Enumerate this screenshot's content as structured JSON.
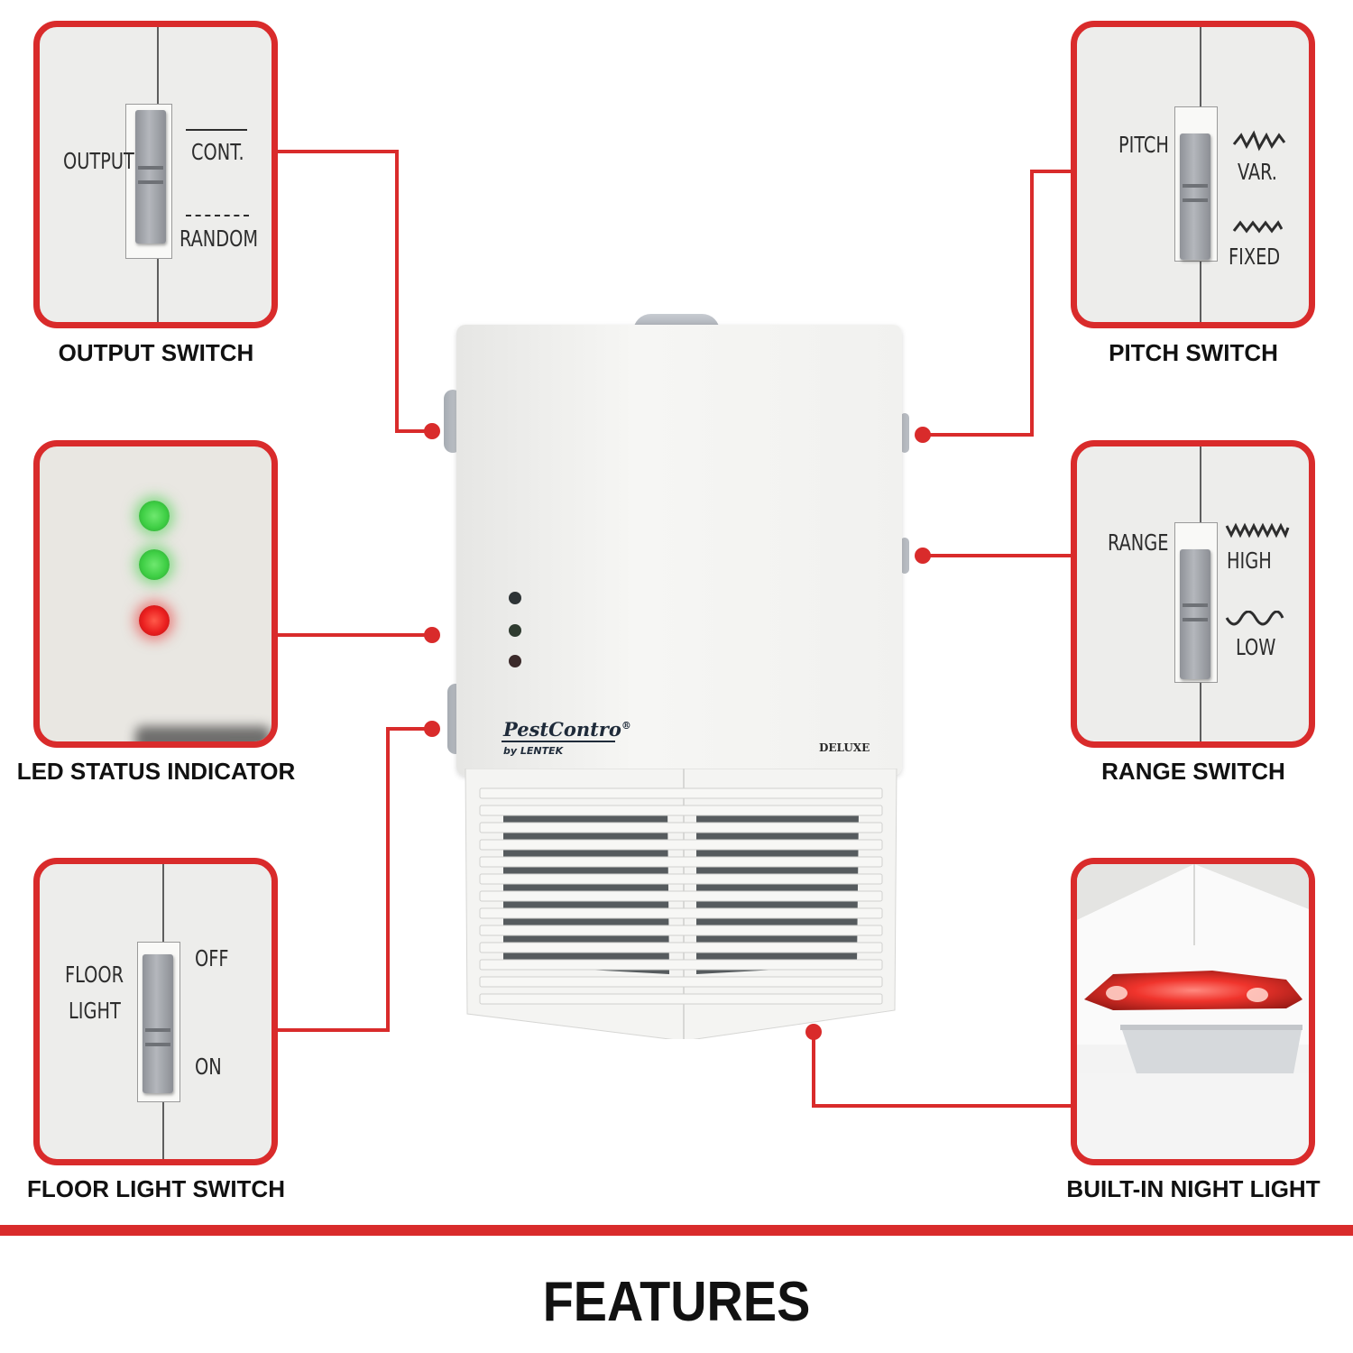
{
  "callouts": {
    "output": {
      "caption": "OUTPUT SWITCH",
      "switch_label": "OUTPUT",
      "top_option": "CONT.",
      "bottom_option": "RANDOM"
    },
    "pitch": {
      "caption": "PITCH SWITCH",
      "switch_label": "PITCH",
      "top_option": "VAR.",
      "bottom_option": "FIXED"
    },
    "led": {
      "caption": "LED STATUS INDICATOR",
      "led_colors": [
        "#3fcf45",
        "#3fcf45",
        "#ea1f1f"
      ]
    },
    "range": {
      "caption": "RANGE SWITCH",
      "switch_label": "RANGE",
      "top_option": "HIGH",
      "bottom_option": "LOW"
    },
    "floor_light": {
      "caption": "FLOOR LIGHT SWITCH",
      "switch_label_line1": "FLOOR",
      "switch_label_line2": "LIGHT",
      "top_option": "OFF",
      "bottom_option": "ON"
    },
    "night_light": {
      "caption": "BUILT-IN NIGHT LIGHT"
    }
  },
  "device": {
    "brand": "PestContro",
    "brand_mark": "®",
    "maker": "by LENTEK",
    "model": "DELUXE"
  },
  "footer": {
    "title": "FEATURES"
  },
  "colors": {
    "accent": "#d92b2b",
    "caption_text": "#111111",
    "panel_bg": "#ededeb",
    "device_body": "#f2f2f0"
  }
}
